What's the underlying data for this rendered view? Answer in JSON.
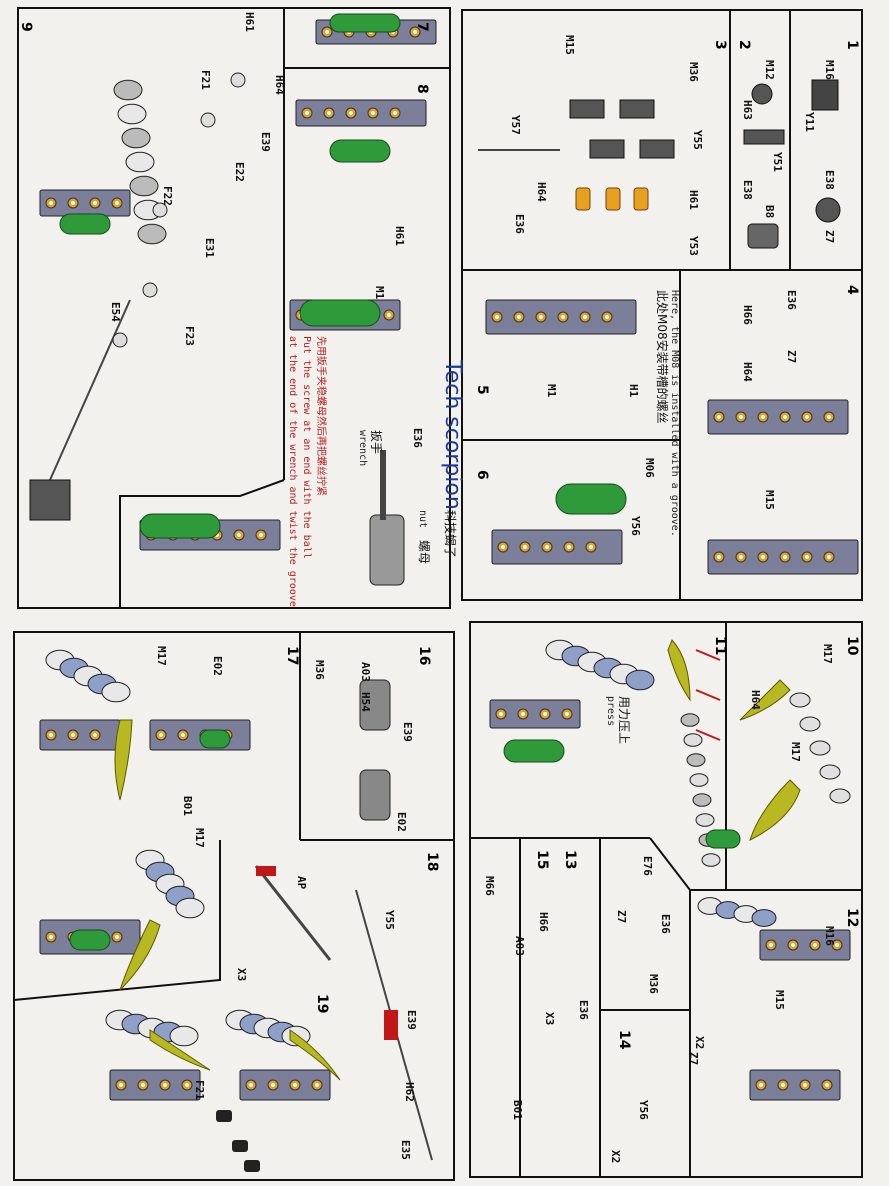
{
  "brand_title": "Tech scorpion",
  "brand_subtitle": "科技蝎子",
  "steps": [
    "1",
    "2",
    "3",
    "4",
    "5",
    "6",
    "7",
    "8",
    "9",
    "10",
    "11",
    "12",
    "13",
    "14",
    "15",
    "16",
    "17",
    "18",
    "19"
  ],
  "part_labels": {
    "s1": [
      "M16",
      "Y11",
      "E38",
      "Z7"
    ],
    "s2": [
      "M12",
      "H63",
      "Y51",
      "E38",
      "B8"
    ],
    "s3": [
      "M15",
      "M36",
      "Y55",
      "Y57",
      "H64",
      "H61",
      "E36",
      "Y53"
    ],
    "s4": [
      "E36",
      "H66",
      "Z7",
      "H64",
      "M15"
    ],
    "s5": [
      "H1",
      "M1",
      "M06"
    ],
    "s6": [
      "Y56"
    ],
    "s8": [
      "H61",
      "M1",
      "E36"
    ],
    "s9": [
      "H61",
      "H64",
      "F21",
      "E39",
      "E22",
      "F22",
      "E31",
      "E54",
      "F23"
    ],
    "s10": [
      "M17",
      "H64",
      "M17"
    ],
    "s12": [
      "M16",
      "M15"
    ],
    "s13": [
      "E76",
      "Z7",
      "E36",
      "M36"
    ],
    "s14": [
      "X2",
      "Z7",
      "Y56",
      "X2"
    ],
    "s15": [
      "M66",
      "H66",
      "A03",
      "E36",
      "X3",
      "B01"
    ],
    "s16": [
      "M36",
      "A03",
      "H54",
      "E39",
      "E02"
    ],
    "s17": [
      "M17",
      "E02",
      "B01",
      "M17"
    ],
    "s18": [
      "AP",
      "Y55",
      "X3",
      "E39",
      "H62",
      "E35"
    ],
    "s19": [
      "F21"
    ]
  },
  "notes": {
    "step4_en": "Here, the M08 is installed with a groove.",
    "step4_cn": "此处M08安装带槽的螺丝",
    "step11_cn": "用力压上",
    "step11_en": "press",
    "step8_red_cn": "先用扳手夹稳螺母然后再把螺丝拧紧",
    "step8_red_en1": "Put the screw at an end with the ball",
    "step8_red_en2": "at the end of the wrench and twist the groove",
    "step8_tool_cn": "扳手",
    "step8_tool_en": "wrench",
    "step8_nut_en": "nut",
    "step8_nut_cn": "螺母"
  },
  "colors": {
    "frame": "#111111",
    "metal": "#7b7f9a",
    "green": "#2f9a3a",
    "orange": "#e8a020",
    "red": "#c01818",
    "blue_title": "#1a3a9a",
    "claw": "#b8b820"
  }
}
